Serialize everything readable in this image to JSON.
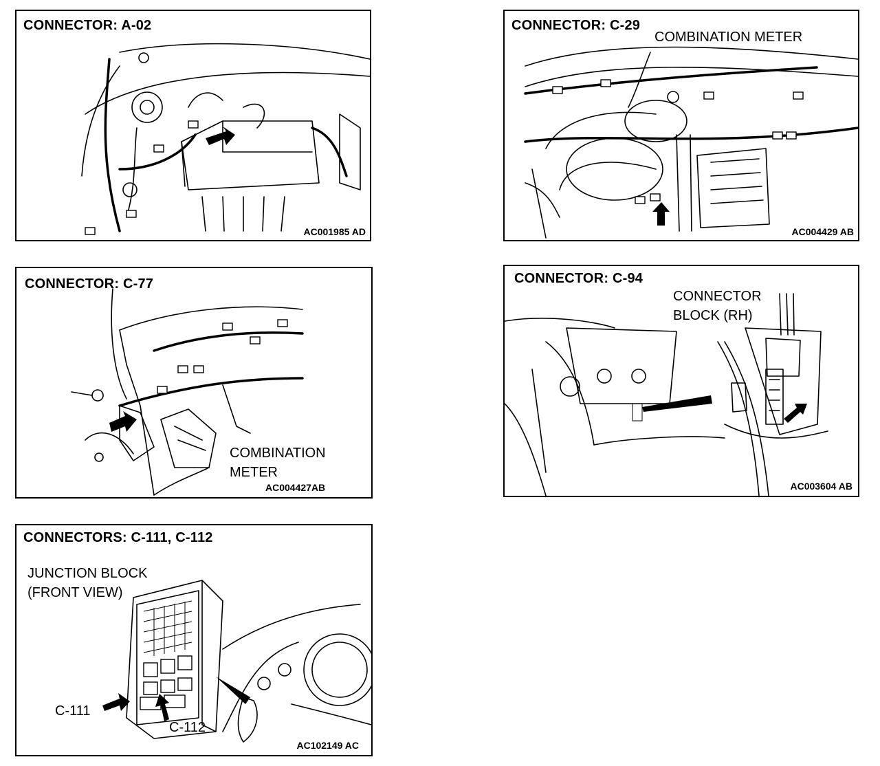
{
  "panels": {
    "a02": {
      "title": "CONNECTOR: A-02",
      "code": "AC001985 AD"
    },
    "c29": {
      "title": "CONNECTOR: C-29",
      "label_combination_meter": "COMBINATION METER",
      "code": "AC004429 AB"
    },
    "c77": {
      "title": "CONNECTOR: C-77",
      "label_combination_line1": "COMBINATION",
      "label_combination_line2": "METER",
      "code": "AC004427AB"
    },
    "c94": {
      "title": "CONNECTOR: C-94",
      "label_block_line1": "CONNECTOR",
      "label_block_line2": "BLOCK (RH)",
      "code": "AC003604 AB"
    },
    "c111": {
      "title": "CONNECTORS: C-111, C-112",
      "label_junction_line1": "JUNCTION BLOCK",
      "label_junction_line2": "(FRONT VIEW)",
      "label_c111": "C-111",
      "label_c112": "C-112",
      "code": "AC102149  AC"
    }
  }
}
